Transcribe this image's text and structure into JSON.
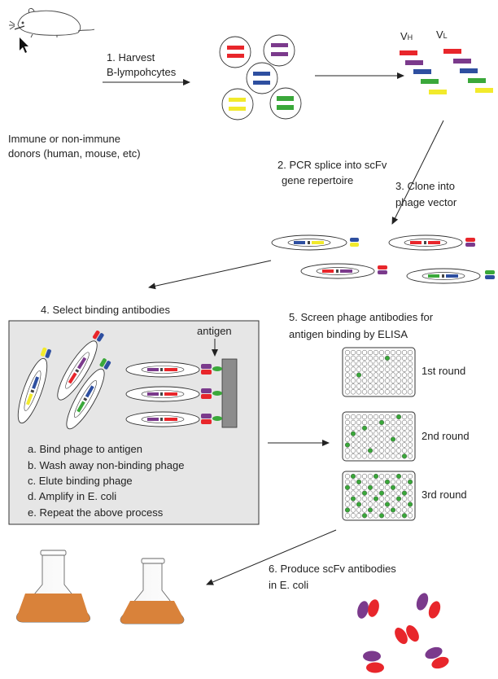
{
  "steps": {
    "step1_line1": "1. Harvest",
    "step1_line2": "B-lympohcytes",
    "donors_line1": "Immune or non-immune",
    "donors_line2": "donors (human, mouse, etc)",
    "vh": "V",
    "vh_sub": "H",
    "vl": "V",
    "vl_sub": "L",
    "step2_line1": "2. PCR splice into scFv",
    "step2_line2": "gene repertoire",
    "step3_line1": "3. Clone into",
    "step3_line2": "phage vector",
    "step4_title": "4. Select binding antibodies",
    "antigen": "antigen",
    "step4_items": [
      "a. Bind phage to antigen",
      "b. Wash away non-binding phage",
      "c. Elute binding phage",
      "d. Amplify in E. coli",
      "e. Repeat the above process"
    ],
    "step5_line1": "5. Screen phage antibodies for",
    "step5_line2": "antigen binding by ELISA",
    "rounds": [
      "1st round",
      "2nd round",
      "3rd round"
    ],
    "step6_line1": "6. Produce scFv antibodies",
    "step6_line2": "in E. coli"
  },
  "colors": {
    "red": "#e8262b",
    "purple": "#7b3a8c",
    "blue": "#2e4fa0",
    "green": "#3aa83a",
    "yellow": "#f2ea2c",
    "orange_medium": "#d9823a",
    "panel_bg": "#e6e6e6",
    "antigen_bar": "#8c8c8c"
  }
}
